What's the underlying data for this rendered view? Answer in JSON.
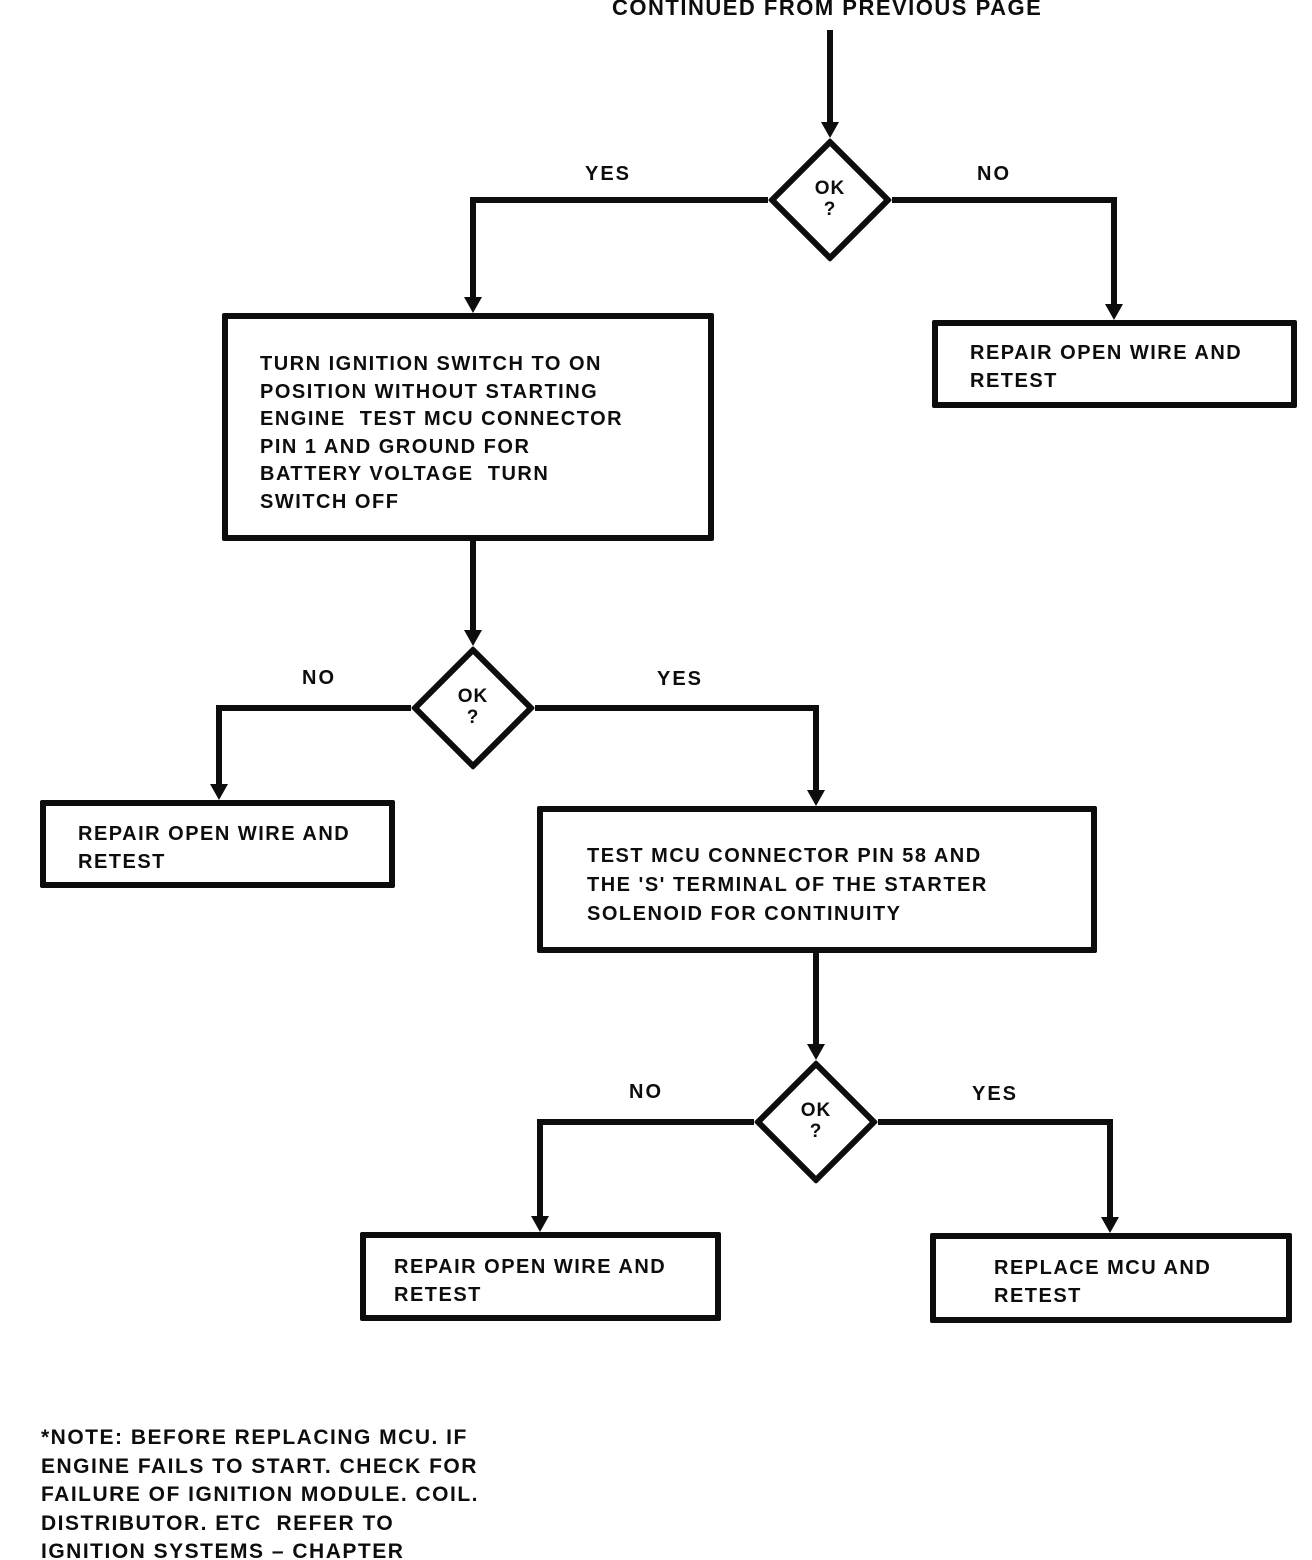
{
  "colors": {
    "ink": "#0d0d0d",
    "paper": "#ffffff"
  },
  "header": {
    "continued_label": "CONTINUED FROM PREVIOUS PAGE"
  },
  "decisions": [
    {
      "text": "OK",
      "qmark": "?",
      "yes_label": "YES",
      "no_label": "NO",
      "yes_side": "left",
      "no_side": "right"
    },
    {
      "text": "OK",
      "qmark": "?",
      "yes_label": "YES",
      "no_label": "NO",
      "yes_side": "right",
      "no_side": "left"
    },
    {
      "text": "OK",
      "qmark": "?",
      "yes_label": "YES",
      "no_label": "NO",
      "yes_side": "right",
      "no_side": "left"
    }
  ],
  "boxes": {
    "turn_ignition": {
      "lines": [
        "TURN IGNITION SWITCH TO ON",
        "POSITION WITHOUT STARTING",
        "ENGINE  TEST MCU CONNECTOR",
        "PIN 1 AND GROUND FOR",
        "BATTERY VOLTAGE  TURN",
        "SWITCH OFF"
      ]
    },
    "repair_top_right": {
      "lines": [
        "REPAIR OPEN WIRE AND",
        "RETEST"
      ]
    },
    "repair_mid_left": {
      "lines": [
        "REPAIR OPEN WIRE AND",
        "RETEST"
      ]
    },
    "test_mcu_pin58": {
      "lines": [
        "TEST MCU CONNECTOR PIN 58 AND",
        "THE 'S' TERMINAL OF THE STARTER",
        "SOLENOID FOR CONTINUITY"
      ]
    },
    "repair_bottom": {
      "lines": [
        "REPAIR OPEN WIRE AND",
        "RETEST"
      ]
    },
    "replace_mcu": {
      "lines": [
        "REPLACE MCU AND",
        "RETEST"
      ]
    }
  },
  "note": {
    "lines": [
      "*NOTE: BEFORE REPLACING MCU. IF",
      "ENGINE FAILS TO START. CHECK FOR",
      "FAILURE OF IGNITION MODULE. COIL.",
      "DISTRIBUTOR. ETC  REFER TO",
      "IGNITION SYSTEMS – CHAPTER"
    ]
  }
}
